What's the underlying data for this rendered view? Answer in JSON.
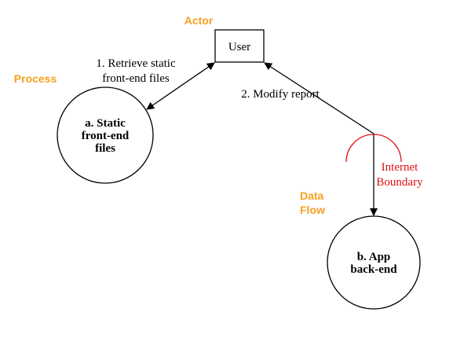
{
  "colors": {
    "legend": "#f5a020",
    "boundary": "#e01010",
    "stroke": "#000000"
  },
  "legend": {
    "actor": "Actor",
    "process": "Process",
    "data_flow_line1": "Data",
    "data_flow_line2": "Flow"
  },
  "nodes": {
    "user": "User",
    "static_line1": "a. Static",
    "static_line2": "front-end",
    "static_line3": "files",
    "backend_line1": "b. App",
    "backend_line2": "back-end"
  },
  "edges": {
    "retrieve_line1": "1. Retrieve static",
    "retrieve_line2": "front-end files",
    "modify": "2. Modify report"
  },
  "boundary": {
    "line1": "Internet",
    "line2": "Boundary"
  }
}
